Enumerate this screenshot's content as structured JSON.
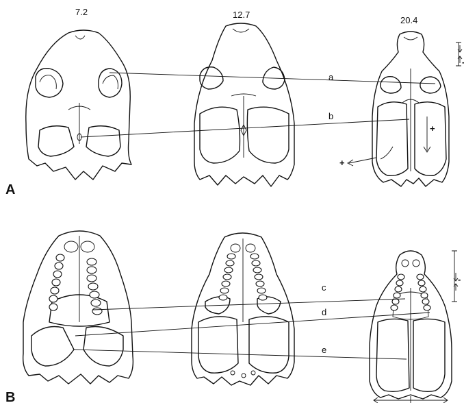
{
  "stage_labels": [
    "7.2",
    "12.7",
    "20.4"
  ],
  "panel_labels": [
    "A",
    "B"
  ],
  "landmark_labels": [
    "a",
    "b",
    "c",
    "d",
    "e"
  ],
  "growth_symbols": {
    "plus": "+",
    "minus": "-"
  }
}
